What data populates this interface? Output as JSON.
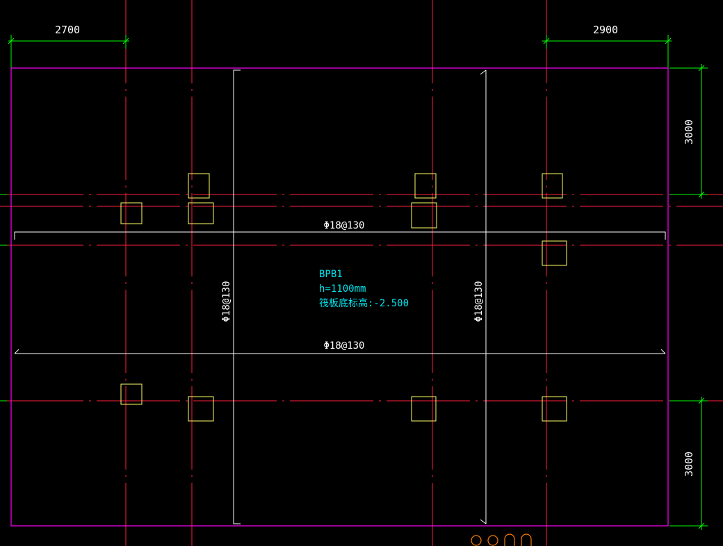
{
  "dimensions": {
    "top_left": "2700",
    "top_right": "2900",
    "right_upper": "3000",
    "right_lower": "3000"
  },
  "rebar": {
    "top_horizontal": "Φ18@130",
    "bottom_horizontal": "Φ18@130",
    "left_vertical": "Φ18@130",
    "right_vertical": "Φ18@130"
  },
  "slab": {
    "name": "BPB1",
    "thickness": "h=1100mm",
    "elevation": "筏板底标高:-2.500"
  },
  "colors": {
    "background": "#000000",
    "boundary": "#ff00ff",
    "axis": "#ff1e3c",
    "dimension": "#00ff00",
    "column": "#ffff66",
    "rebar": "#ffffff",
    "label": "#00e5ee",
    "marks": "#ff7a00"
  }
}
